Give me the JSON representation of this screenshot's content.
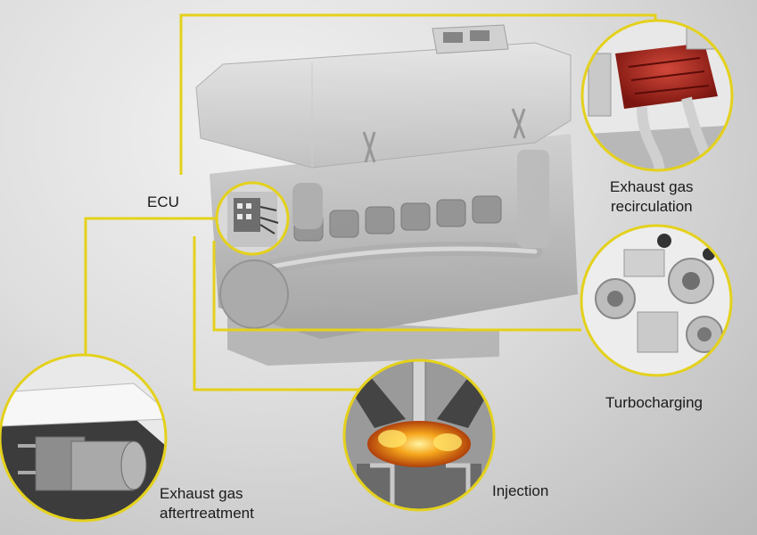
{
  "colors": {
    "accent_line": "#e4d11c",
    "engine_body": "#d5d5d5",
    "egr_highlight": "#a3231c",
    "flame": "#f08a12",
    "background": "#cfcfcf"
  },
  "labels": {
    "ecu": "ECU",
    "egr_line1": "Exhaust gas",
    "egr_line2": "recirculation",
    "turbocharging": "Turbocharging",
    "injection": "Injection",
    "eat_line1": "Exhaust gas",
    "eat_line2": "aftertreatment"
  },
  "callouts": [
    {
      "id": "ecu",
      "icon": "ecu-module-icon"
    },
    {
      "id": "exhaust-gas-recirculation",
      "icon": "egr-pipes-icon"
    },
    {
      "id": "turbocharging",
      "icon": "turbocharger-icon"
    },
    {
      "id": "injection",
      "icon": "combustion-flame-icon"
    },
    {
      "id": "exhaust-gas-aftertreatment",
      "icon": "exhaust-box-icon"
    }
  ]
}
